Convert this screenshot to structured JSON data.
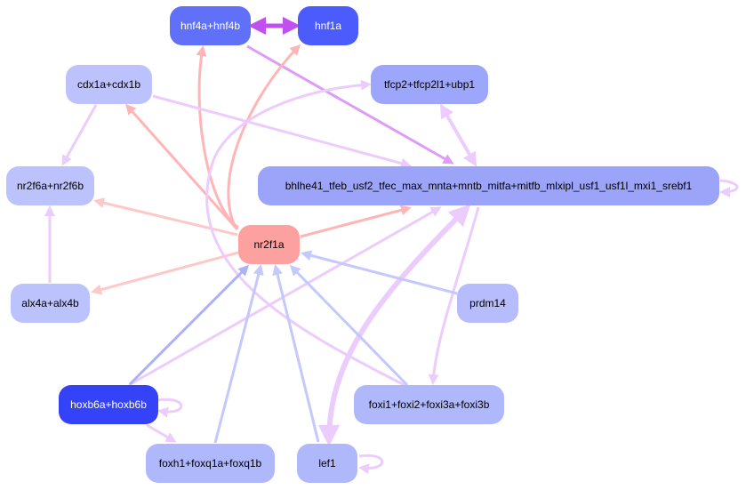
{
  "title": "Gene regulatory network",
  "colors": {
    "edge_red": "#ffb5b5",
    "edge_red_light": "#ffc8c8",
    "edge_purple": "#ecccfc",
    "edge_purple_dark": "#dc9cf8",
    "edge_purple_strong": "#c050f0",
    "edge_blue": "#c4c8fc",
    "edge_blue_dark": "#aab2f8",
    "text_dark": "#000000",
    "text_light": "#ffffff"
  },
  "nodes": [
    {
      "id": "hnf4a_hnf4b",
      "label": "hnf4a+hnf4b",
      "fill": "#6070f8",
      "text": "#ffffff"
    },
    {
      "id": "hnf1a",
      "label": "hnf1a",
      "fill": "#4c5cfc",
      "text": "#ffffff"
    },
    {
      "id": "cdx1a_cdx1b",
      "label": "cdx1a+cdx1b",
      "fill": "#bcc2fc",
      "text": "#000000"
    },
    {
      "id": "tfcp2",
      "label": "tfcp2+tfcp2l1+ubp1",
      "fill": "#9ca6fa",
      "text": "#000000"
    },
    {
      "id": "nr2f6a_nr2f6b",
      "label": "nr2f6a+nr2f6b",
      "fill": "#bcc2fc",
      "text": "#000000"
    },
    {
      "id": "bhlhe41",
      "label": "bhlhe41_tfeb_usf2_tfec_max_mnta+mntb_mitfa+mitfb_mlxipl_usf1_usf1l_mxi1_srebf1",
      "fill": "#9ca4fa",
      "text": "#000000"
    },
    {
      "id": "nr2f1a",
      "label": "nr2f1a",
      "fill": "#fca0a0",
      "text": "#000000"
    },
    {
      "id": "alx4a_alx4b",
      "label": "alx4a+alx4b",
      "fill": "#bcc2fc",
      "text": "#000000"
    },
    {
      "id": "prdm14",
      "label": "prdm14",
      "fill": "#b6bcfc",
      "text": "#000000"
    },
    {
      "id": "hoxb6a_hoxb6b",
      "label": "hoxb6a+hoxb6b",
      "fill": "#3442f8",
      "text": "#ffffff"
    },
    {
      "id": "foxi",
      "label": "foxi1+foxi2+foxi3a+foxi3b",
      "fill": "#b0b8fc",
      "text": "#000000"
    },
    {
      "id": "foxh1",
      "label": "foxh1+foxq1a+foxq1b",
      "fill": "#b0b8fc",
      "text": "#000000"
    },
    {
      "id": "lef1",
      "label": "lef1",
      "fill": "#b0b8fc",
      "text": "#000000"
    }
  ],
  "edges": [
    {
      "from": "hnf4a_hnf4b",
      "to": "hnf1a",
      "color": "edge_purple_strong",
      "bidirectional": true
    },
    {
      "from": "hnf4a_hnf4b",
      "to": "bhlhe41",
      "color": "edge_purple_dark"
    },
    {
      "from": "nr2f1a",
      "to": "hnf4a_hnf4b",
      "color": "edge_red"
    },
    {
      "from": "nr2f1a",
      "to": "hnf1a",
      "color": "edge_red"
    },
    {
      "from": "nr2f1a",
      "to": "cdx1a_cdx1b",
      "color": "edge_red"
    },
    {
      "from": "nr2f1a",
      "to": "nr2f6a_nr2f6b",
      "color": "edge_red_light"
    },
    {
      "from": "nr2f1a",
      "to": "alx4a_alx4b",
      "color": "edge_red_light"
    },
    {
      "from": "nr2f1a",
      "to": "bhlhe41",
      "color": "edge_red"
    },
    {
      "from": "cdx1a_cdx1b",
      "to": "nr2f6a_nr2f6b",
      "color": "edge_purple"
    },
    {
      "from": "cdx1a_cdx1b",
      "to": "bhlhe41",
      "color": "edge_purple"
    },
    {
      "from": "alx4a_alx4b",
      "to": "nr2f6a_nr2f6b",
      "color": "edge_purple"
    },
    {
      "from": "tfcp2",
      "to": "bhlhe41",
      "color": "edge_purple",
      "bidirectional": true
    },
    {
      "from": "foxi",
      "to": "tfcp2",
      "color": "edge_purple"
    },
    {
      "from": "bhlhe41",
      "to": "bhlhe41",
      "color": "edge_purple",
      "self": true
    },
    {
      "from": "bhlhe41",
      "to": "foxi",
      "color": "edge_purple"
    },
    {
      "from": "bhlhe41",
      "to": "lef1",
      "color": "edge_purple",
      "bidirectional": true
    },
    {
      "from": "hoxb6a_hoxb6b",
      "to": "bhlhe41",
      "color": "edge_purple"
    },
    {
      "from": "hoxb6a_hoxb6b",
      "to": "hoxb6a_hoxb6b",
      "color": "edge_purple",
      "self": true
    },
    {
      "from": "hoxb6a_hoxb6b",
      "to": "foxh1",
      "color": "edge_purple"
    },
    {
      "from": "lef1",
      "to": "lef1",
      "color": "edge_purple",
      "self": true
    },
    {
      "from": "prdm14",
      "to": "nr2f1a",
      "color": "edge_blue"
    },
    {
      "from": "hoxb6a_hoxb6b",
      "to": "nr2f1a",
      "color": "edge_blue_dark"
    },
    {
      "from": "foxh1",
      "to": "nr2f1a",
      "color": "edge_blue"
    },
    {
      "from": "lef1",
      "to": "nr2f1a",
      "color": "edge_blue"
    },
    {
      "from": "foxi",
      "to": "nr2f1a",
      "color": "edge_blue"
    }
  ]
}
